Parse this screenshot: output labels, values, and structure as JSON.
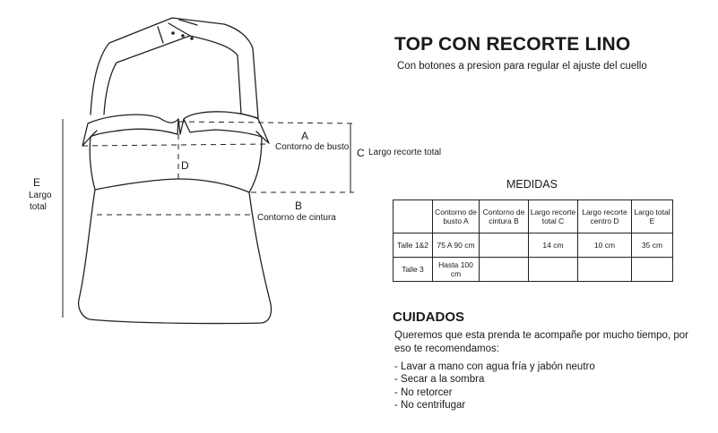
{
  "header": {
    "title": "TOP CON RECORTE LINO",
    "subtitle": "Con botones a presion para regular el ajuste del cuello"
  },
  "diagram": {
    "markers": {
      "a": "A",
      "b": "B",
      "c": "C",
      "d": "D",
      "e": "E"
    },
    "labels": {
      "bust": "Contorno de busto",
      "waist": "Contorno de cintura",
      "insert_length": "Largo recorte total",
      "total_length_line1": "Largo",
      "total_length_line2": "total"
    }
  },
  "measurements": {
    "heading": "MEDIDAS",
    "columns": [
      "",
      "Contorno de busto A",
      "Contorno de cintura B",
      "Largo recorte total C",
      "Largo recorte centro D",
      "Largo total E"
    ],
    "rows": [
      {
        "size": "Talle 1&2",
        "cells": [
          "75 A 90 cm",
          "",
          "14 cm",
          "10 cm",
          "35 cm"
        ]
      },
      {
        "size": "Talle 3",
        "cells": [
          "Hasta 100 cm",
          "",
          "",
          "",
          ""
        ]
      }
    ]
  },
  "care": {
    "heading": "CUIDADOS",
    "intro": "Queremos que esta prenda te acompañe por mucho tiempo, por eso te recomendamos:",
    "items": [
      "- Lavar a mano con agua fría y jabón neutro",
      "- Secar a la sombra",
      "- No retorcer",
      "- No centrifugar"
    ]
  }
}
